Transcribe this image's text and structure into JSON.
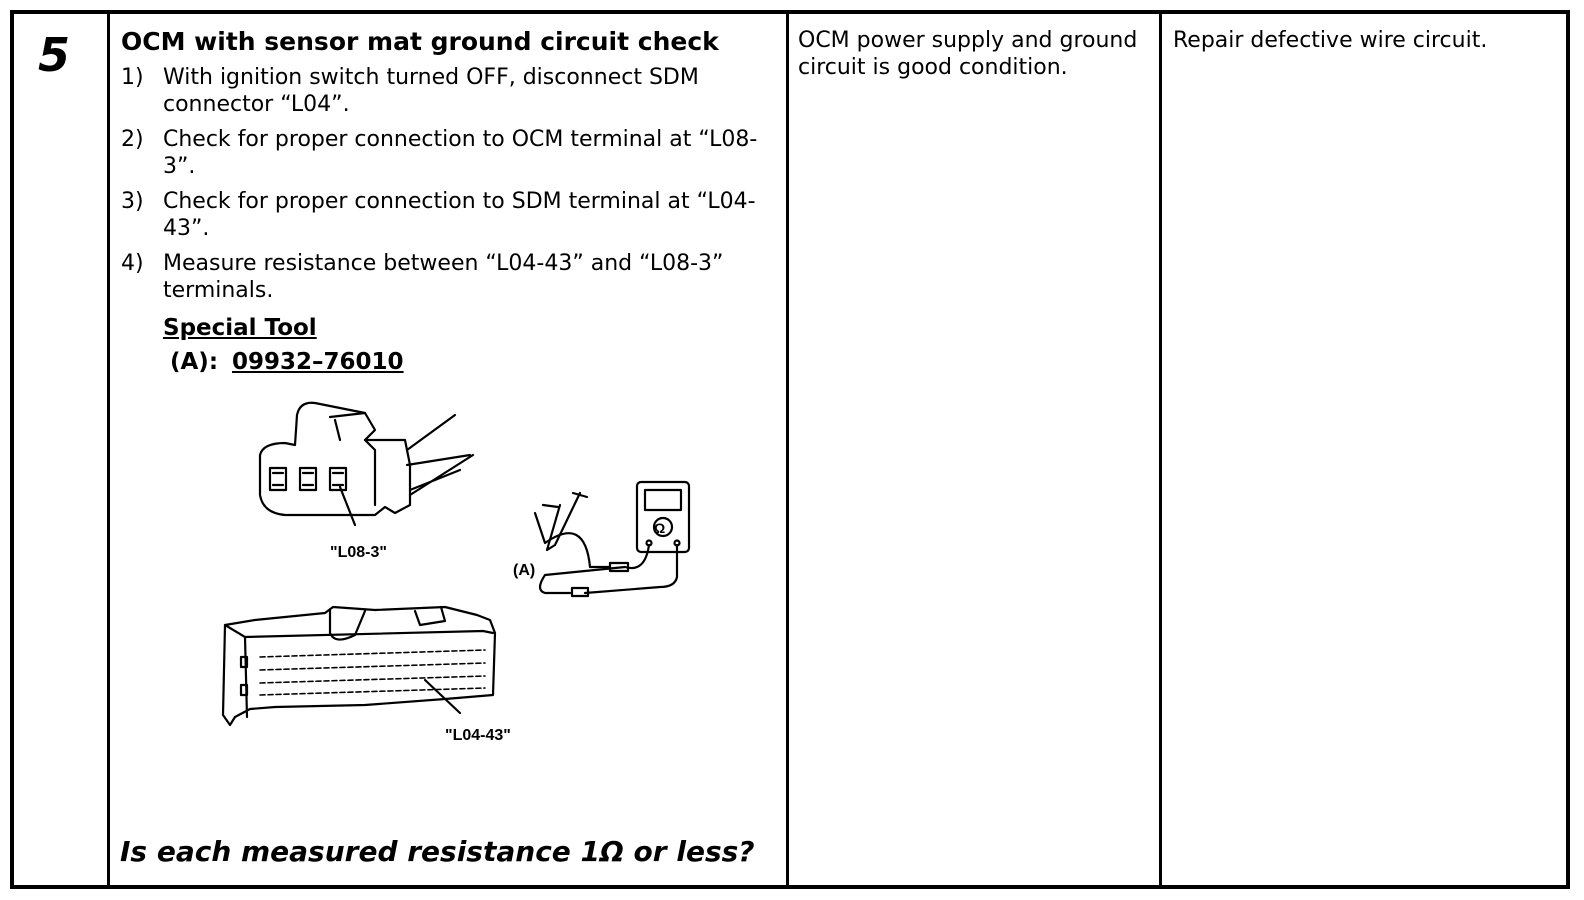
{
  "step": {
    "number": "5",
    "title": "OCM with sensor mat ground circuit check",
    "procedure": [
      {
        "num": "1)",
        "text": "With ignition switch turned OFF, disconnect SDM connector “L04”."
      },
      {
        "num": "2)",
        "text": "Check for proper connection to OCM terminal at “L08-3”."
      },
      {
        "num": "3)",
        "text": "Check for proper connection to SDM terminal at “L04-43”."
      },
      {
        "num": "4)",
        "text": "Measure resistance between “L04-43” and “L08-3” terminals."
      }
    ],
    "special_tool": {
      "heading": "Special Tool",
      "label": "(A):",
      "part_number": "09932–76010"
    },
    "illustration": {
      "labels": {
        "ocm_terminal": "\"L08-3\"",
        "tool": "(A)",
        "sdm_terminal": "\"L04-43\"",
        "meter_symbol": "Ω"
      }
    },
    "question": "Is each measured resistance 1Ω or less?"
  },
  "yes_result": "OCM power supply and ground circuit is good condition.",
  "no_result": "Repair defective wire circuit."
}
